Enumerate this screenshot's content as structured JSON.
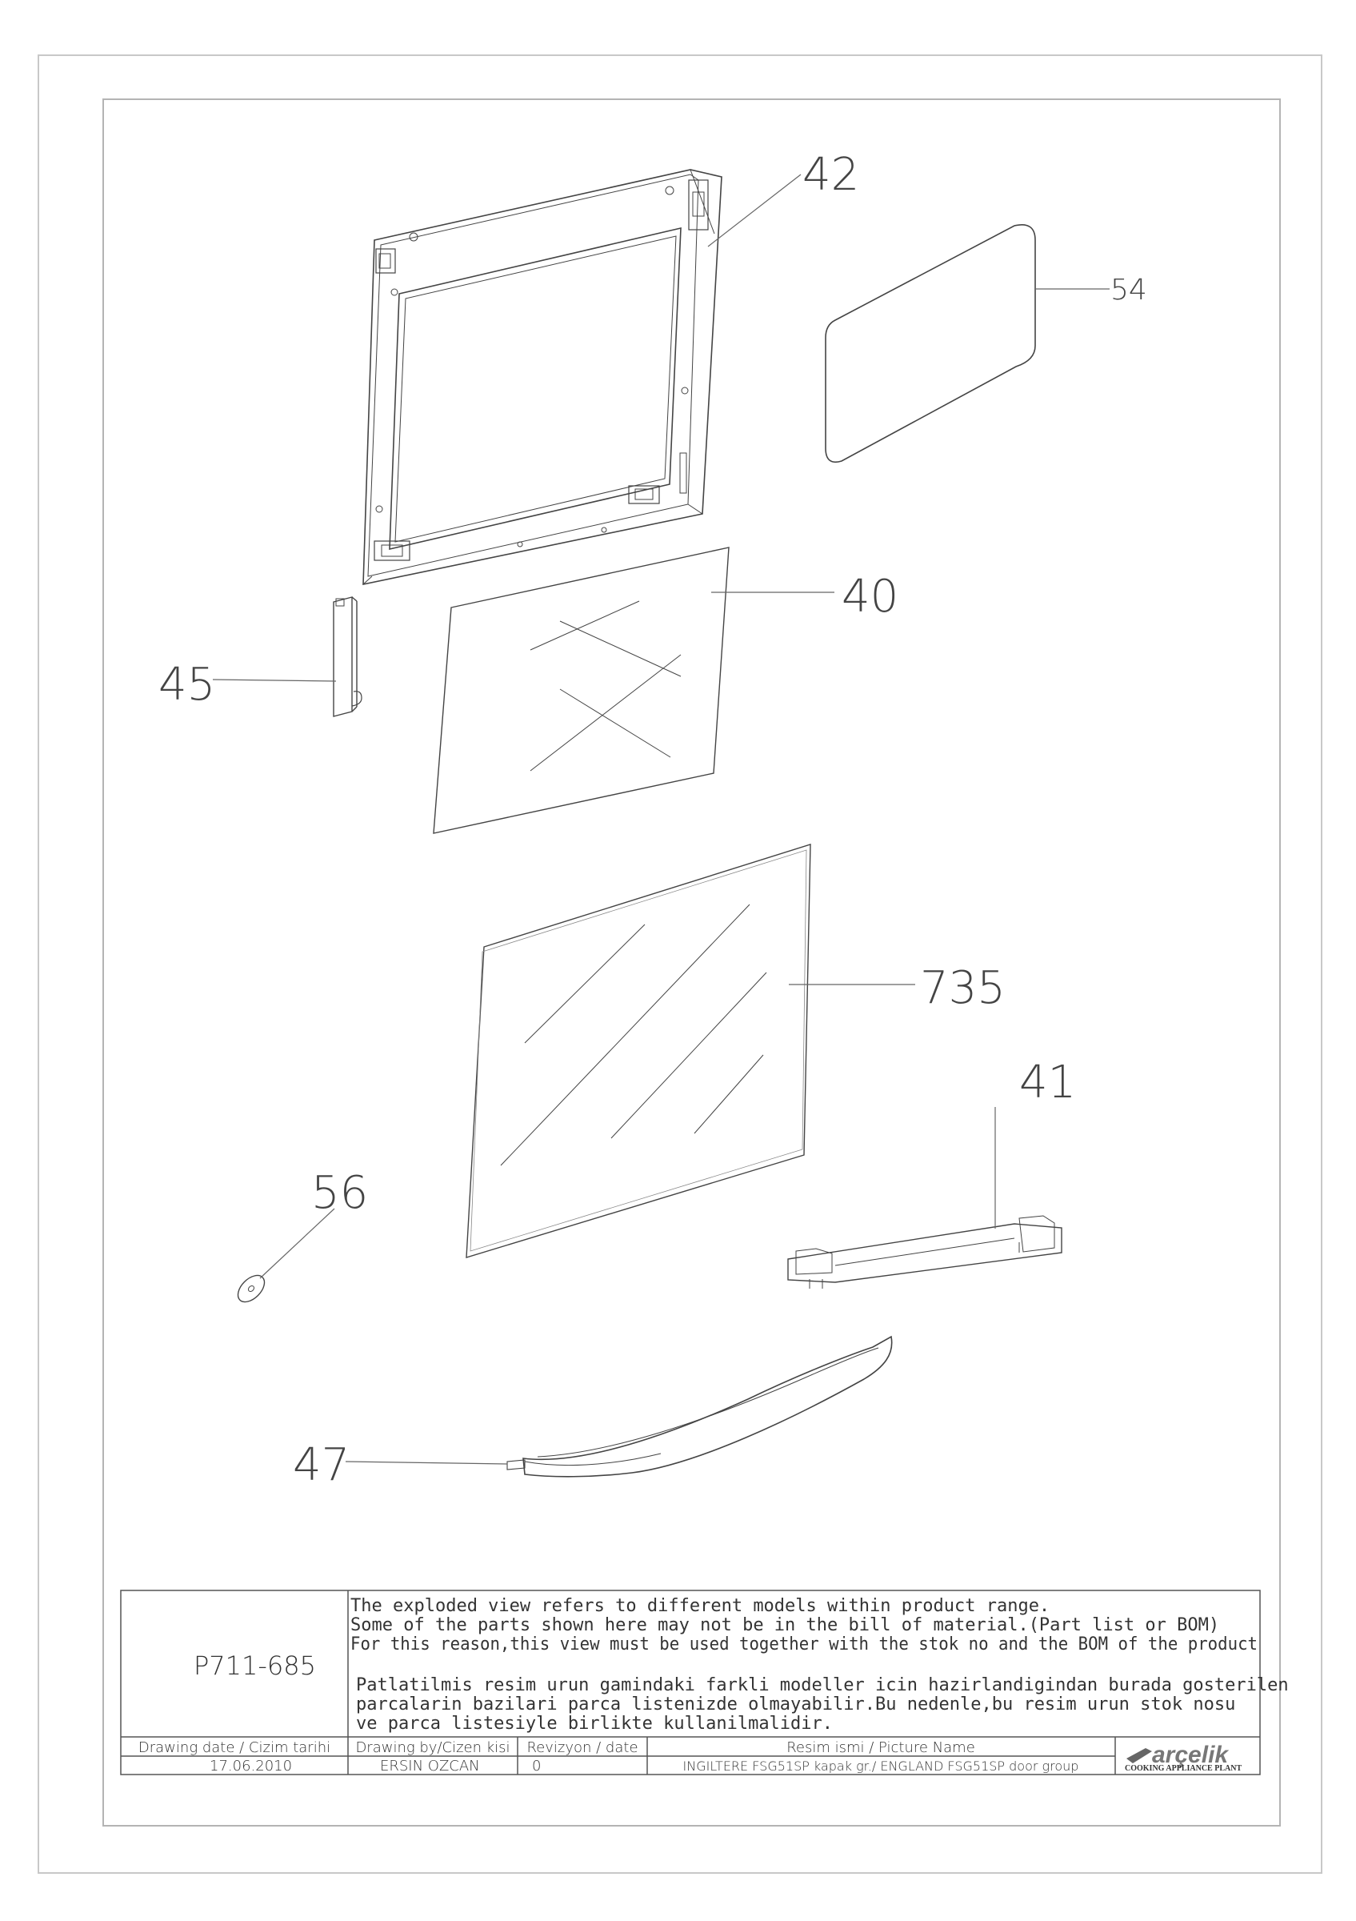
{
  "part_labels": {
    "p42": "42",
    "p54": "54",
    "p40": "40",
    "p45": "45",
    "p735": "735",
    "p41": "41",
    "p56": "56",
    "p47": "47"
  },
  "title_block": {
    "drawing_no": "P711-685",
    "notes_en": [
      "The exploded view refers to different models within product range.",
      "Some of the parts shown here may not be in the bill of material.(Part list or BOM)",
      "For this reason,this view must be used together with the stok no and the BOM of the product"
    ],
    "notes_tr": [
      "Patlatilmis resim urun gamindaki farkli modeller icin hazirlandigindan burada gosterilen",
      "parcalarin bazilari parca listenizde olmayabilir.Bu nedenle,bu resim urun stok nosu",
      "ve parca listesiyle birlikte kullanilmalidir."
    ],
    "headers": {
      "date": "Drawing date / Cizim tarihi",
      "by": "Drawing by/Cizen kisi",
      "rev": "Revizyon / date",
      "name": "Resim ismi / Picture Name"
    },
    "values": {
      "date": "17.06.2010",
      "by": "ERSIN OZCAN",
      "rev": "0",
      "name": "INGILTERE FSG51SP kapak gr./ ENGLAND FSG51SP door group"
    },
    "brand": "arçelik",
    "plant": "COOKING APPLIANCE PLANT"
  }
}
